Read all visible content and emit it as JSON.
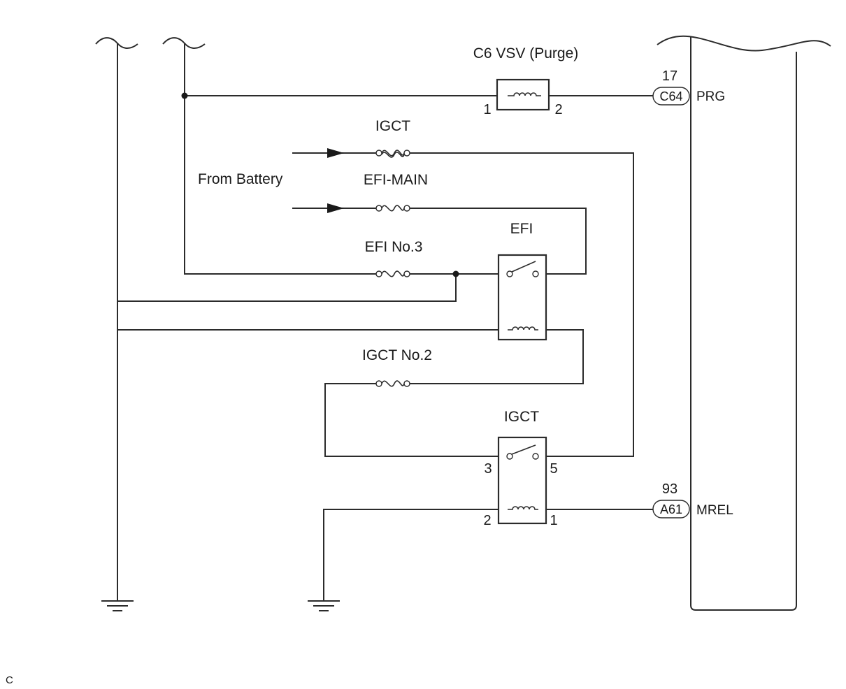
{
  "labels": {
    "vsv": "C6 VSV (Purge)",
    "igct_fuse": "IGCT",
    "from_battery": "From Battery",
    "efi_main": "EFI-MAIN",
    "efi_relay": "EFI",
    "efi_no3": "EFI No.3",
    "igct_no2": "IGCT No.2",
    "igct_relay": "IGCT"
  },
  "ecm": {
    "prg": {
      "pin": "17",
      "connector": "C64",
      "signal": "PRG"
    },
    "mrel": {
      "pin": "93",
      "connector": "A61",
      "signal": "MREL"
    }
  },
  "vsv_pins": {
    "left": "1",
    "right": "2"
  },
  "igct_relay_pins": {
    "p3": "3",
    "p5": "5",
    "p2": "2",
    "p1": "1"
  },
  "footer_code": "C"
}
